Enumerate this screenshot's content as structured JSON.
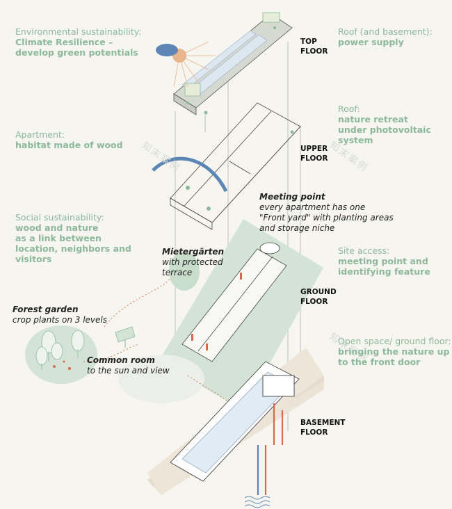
{
  "labels": {
    "env": {
      "heading": "Environmental sustainability:",
      "lines": [
        "Climate Resilience –",
        "develop green potentials"
      ]
    },
    "roof_basement": {
      "heading": "Roof (and basement):",
      "lines": [
        "power supply"
      ]
    },
    "apartment": {
      "heading": "Apartment:",
      "lines": [
        "habitat made of wood"
      ]
    },
    "roof": {
      "heading": "Roof:",
      "lines": [
        "nature retreat",
        "under photovoltaic",
        "system"
      ]
    },
    "social": {
      "heading": "Social sustainability:",
      "lines": [
        "wood and nature",
        "as a link between",
        "location, neighbors and",
        "visitors"
      ]
    },
    "site": {
      "heading": "Site access:",
      "lines": [
        "meeting point and",
        "identifying feature"
      ]
    },
    "open_space": {
      "heading": "Open space/ ground floor:",
      "lines": [
        "bringing the nature up",
        "to the front door"
      ]
    }
  },
  "floors": {
    "top": [
      "TOP",
      "FLOOR"
    ],
    "upper": [
      "UPPER",
      "FLOOR"
    ],
    "ground": [
      "GROUND",
      "FLOOR"
    ],
    "basement": [
      "BASEMENT",
      "FLOOR"
    ]
  },
  "notes": {
    "meeting": {
      "title": "Meeting point",
      "lines": [
        "every apartment has one",
        "\"Front yard\" with planting areas",
        "and storage niche"
      ]
    },
    "mieter": {
      "title": "Mietergärten",
      "lines": [
        "with protected",
        "terrace"
      ]
    },
    "forest": {
      "title": "Forest garden",
      "lines": [
        "crop plants on 3 levels"
      ]
    },
    "common": {
      "title": "Common room",
      "lines": [
        "to the sun and view"
      ]
    }
  },
  "watermark": "知末案例",
  "colors": {
    "green_text": "#8cb89c",
    "green_fill": "#d3e3d6",
    "red_accent": "#d9694a",
    "blue_accent": "#5b86b5",
    "ground_plate": "#ebe3d6"
  }
}
